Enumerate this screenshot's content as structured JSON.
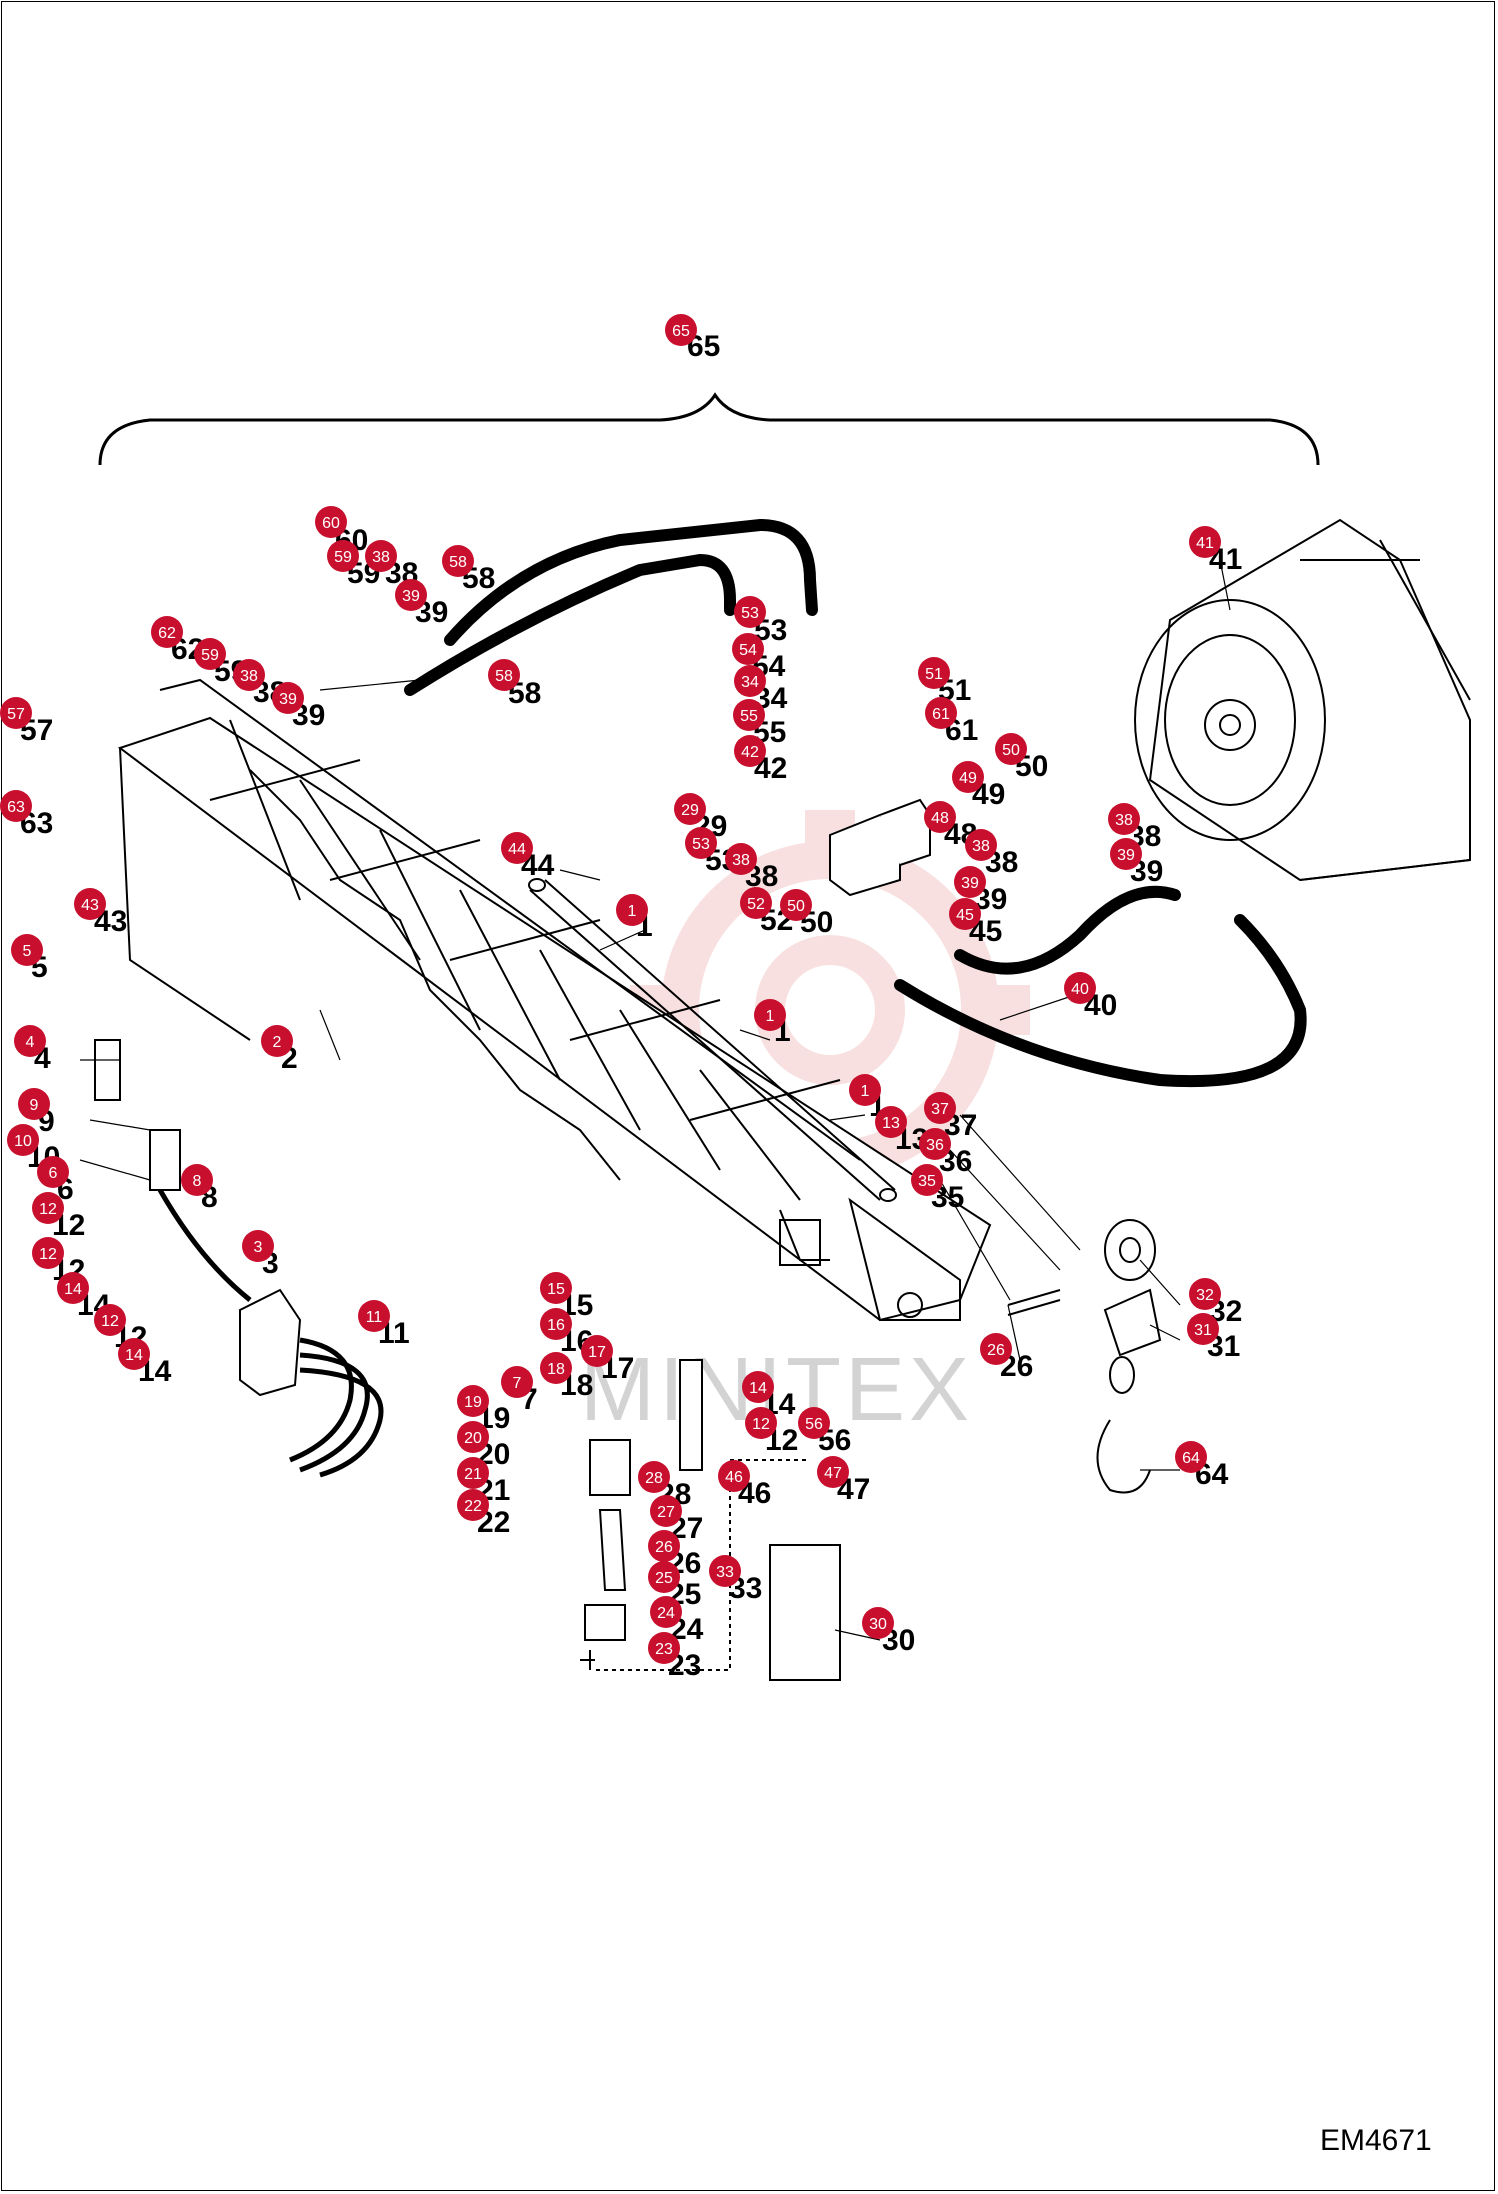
{
  "drawing_id": "EM4671",
  "watermark": "MINITEX",
  "colors": {
    "badge": "#c8102e",
    "line": "#000000",
    "watermark": "#f4c7c7"
  },
  "assembly_label": "65",
  "callouts": [
    {
      "n": "65",
      "badge": [
        681,
        330
      ],
      "label": [
        686,
        346
      ]
    },
    {
      "n": "60",
      "badge": [
        331,
        522
      ],
      "label": [
        334,
        540
      ]
    },
    {
      "n": "59",
      "badge": [
        343,
        556
      ],
      "label": [
        346,
        573
      ]
    },
    {
      "n": "38",
      "badge": [
        381,
        556
      ],
      "label": [
        384,
        573
      ]
    },
    {
      "n": "39",
      "badge": [
        411,
        595
      ],
      "label": [
        414,
        612
      ]
    },
    {
      "n": "58",
      "badge": [
        458,
        561
      ],
      "label": [
        461,
        578
      ]
    },
    {
      "n": "62",
      "badge": [
        167,
        632
      ],
      "label": [
        170,
        649
      ]
    },
    {
      "n": "59",
      "badge": [
        210,
        654
      ],
      "label": [
        213,
        671
      ]
    },
    {
      "n": "38",
      "badge": [
        249,
        675
      ],
      "label": [
        252,
        692
      ]
    },
    {
      "n": "39",
      "badge": [
        288,
        698
      ],
      "label": [
        291,
        715
      ]
    },
    {
      "n": "58",
      "badge": [
        504,
        675
      ],
      "label": [
        507,
        693
      ]
    },
    {
      "n": "57",
      "badge": [
        16,
        713
      ],
      "label": [
        19,
        730
      ]
    },
    {
      "n": "63",
      "badge": [
        16,
        806
      ],
      "label": [
        19,
        823
      ]
    },
    {
      "n": "43",
      "badge": [
        90,
        904
      ],
      "label": [
        93,
        921
      ]
    },
    {
      "n": "44",
      "badge": [
        517,
        848
      ],
      "label": [
        520,
        865
      ]
    },
    {
      "n": "1",
      "badge": [
        632,
        910
      ],
      "label": [
        635,
        926
      ]
    },
    {
      "n": "53",
      "badge": [
        750,
        612
      ],
      "label": [
        753,
        630
      ]
    },
    {
      "n": "54",
      "badge": [
        748,
        649
      ],
      "label": [
        751,
        666
      ]
    },
    {
      "n": "34",
      "badge": [
        750,
        681
      ],
      "label": [
        753,
        698
      ]
    },
    {
      "n": "55",
      "badge": [
        749,
        715
      ],
      "label": [
        752,
        732
      ]
    },
    {
      "n": "42",
      "badge": [
        750,
        751
      ],
      "label": [
        753,
        768
      ]
    },
    {
      "n": "29",
      "badge": [
        690,
        809
      ],
      "label": [
        693,
        826
      ]
    },
    {
      "n": "53",
      "badge": [
        701,
        843
      ],
      "label": [
        704,
        860
      ]
    },
    {
      "n": "38",
      "badge": [
        741,
        859
      ],
      "label": [
        744,
        876
      ]
    },
    {
      "n": "52",
      "badge": [
        756,
        903
      ],
      "label": [
        759,
        920
      ]
    },
    {
      "n": "50",
      "badge": [
        796,
        905
      ],
      "label": [
        799,
        922
      ]
    },
    {
      "n": "51",
      "badge": [
        934,
        673
      ],
      "label": [
        937,
        690
      ]
    },
    {
      "n": "61",
      "badge": [
        941,
        713
      ],
      "label": [
        944,
        730
      ]
    },
    {
      "n": "50",
      "badge": [
        1011,
        749
      ],
      "label": [
        1014,
        766
      ]
    },
    {
      "n": "49",
      "badge": [
        968,
        777
      ],
      "label": [
        971,
        794
      ]
    },
    {
      "n": "48",
      "badge": [
        940,
        817
      ],
      "label": [
        943,
        834
      ]
    },
    {
      "n": "38",
      "badge": [
        981,
        845
      ],
      "label": [
        984,
        862
      ]
    },
    {
      "n": "39",
      "badge": [
        970,
        882
      ],
      "label": [
        973,
        899
      ]
    },
    {
      "n": "45",
      "badge": [
        965,
        914
      ],
      "label": [
        968,
        931
      ]
    },
    {
      "n": "41",
      "badge": [
        1205,
        542
      ],
      "label": [
        1208,
        559
      ]
    },
    {
      "n": "38",
      "badge": [
        1124,
        819
      ],
      "label": [
        1127,
        836
      ]
    },
    {
      "n": "39",
      "badge": [
        1126,
        854
      ],
      "label": [
        1129,
        871
      ]
    },
    {
      "n": "40",
      "badge": [
        1080,
        988
      ],
      "label": [
        1083,
        1005
      ]
    },
    {
      "n": "5",
      "badge": [
        27,
        950
      ],
      "label": [
        30,
        967
      ]
    },
    {
      "n": "2",
      "badge": [
        277,
        1041
      ],
      "label": [
        280,
        1058
      ]
    },
    {
      "n": "1",
      "badge": [
        770,
        1015
      ],
      "label": [
        773,
        1031
      ]
    },
    {
      "n": "1",
      "badge": [
        865,
        1090
      ],
      "label": [
        868,
        1106
      ]
    },
    {
      "n": "4",
      "badge": [
        30,
        1041
      ],
      "label": [
        33,
        1058
      ]
    },
    {
      "n": "9",
      "badge": [
        34,
        1104
      ],
      "label": [
        37,
        1121
      ]
    },
    {
      "n": "10",
      "badge": [
        23,
        1140
      ],
      "label": [
        26,
        1157
      ]
    },
    {
      "n": "6",
      "badge": [
        53,
        1172
      ],
      "label": [
        56,
        1189
      ]
    },
    {
      "n": "12",
      "badge": [
        48,
        1208
      ],
      "label": [
        51,
        1225
      ]
    },
    {
      "n": "8",
      "badge": [
        197,
        1180
      ],
      "label": [
        200,
        1197
      ]
    },
    {
      "n": "12",
      "badge": [
        48,
        1253
      ],
      "label": [
        51,
        1270
      ]
    },
    {
      "n": "14",
      "badge": [
        73,
        1288
      ],
      "label": [
        76,
        1305
      ]
    },
    {
      "n": "12",
      "badge": [
        110,
        1320
      ],
      "label": [
        113,
        1337
      ]
    },
    {
      "n": "14",
      "badge": [
        134,
        1354
      ],
      "label": [
        137,
        1371
      ]
    },
    {
      "n": "3",
      "badge": [
        258,
        1246
      ],
      "label": [
        261,
        1263
      ]
    },
    {
      "n": "11",
      "badge": [
        374,
        1316
      ],
      "label": [
        377,
        1333
      ]
    },
    {
      "n": "13",
      "badge": [
        891,
        1122
      ],
      "label": [
        894,
        1139
      ]
    },
    {
      "n": "37",
      "badge": [
        940,
        1108
      ],
      "label": [
        943,
        1125
      ]
    },
    {
      "n": "36",
      "badge": [
        935,
        1144
      ],
      "label": [
        938,
        1161
      ]
    },
    {
      "n": "35",
      "badge": [
        927,
        1180
      ],
      "label": [
        930,
        1197
      ]
    },
    {
      "n": "26",
      "badge": [
        996,
        1349
      ],
      "label": [
        999,
        1366
      ]
    },
    {
      "n": "32",
      "badge": [
        1205,
        1294
      ],
      "label": [
        1208,
        1311
      ]
    },
    {
      "n": "31",
      "badge": [
        1203,
        1329
      ],
      "label": [
        1206,
        1346
      ]
    },
    {
      "n": "64",
      "badge": [
        1191,
        1457
      ],
      "label": [
        1194,
        1474
      ]
    },
    {
      "n": "15",
      "badge": [
        556,
        1288
      ],
      "label": [
        559,
        1305
      ]
    },
    {
      "n": "16",
      "badge": [
        556,
        1324
      ],
      "label": [
        559,
        1341
      ]
    },
    {
      "n": "17",
      "badge": [
        597,
        1351
      ],
      "label": [
        600,
        1368
      ]
    },
    {
      "n": "18",
      "badge": [
        556,
        1368
      ],
      "label": [
        559,
        1385
      ]
    },
    {
      "n": "7",
      "badge": [
        517,
        1382
      ],
      "label": [
        520,
        1399
      ]
    },
    {
      "n": "19",
      "badge": [
        473,
        1401
      ],
      "label": [
        476,
        1418
      ]
    },
    {
      "n": "20",
      "badge": [
        473,
        1437
      ],
      "label": [
        476,
        1454
      ]
    },
    {
      "n": "21",
      "badge": [
        473,
        1473
      ],
      "label": [
        476,
        1490
      ]
    },
    {
      "n": "22",
      "badge": [
        473,
        1505
      ],
      "label": [
        476,
        1522
      ]
    },
    {
      "n": "14",
      "badge": [
        758,
        1387
      ],
      "label": [
        761,
        1404
      ]
    },
    {
      "n": "12",
      "badge": [
        761,
        1423
      ],
      "label": [
        764,
        1440
      ]
    },
    {
      "n": "56",
      "badge": [
        814,
        1423
      ],
      "label": [
        817,
        1440
      ]
    },
    {
      "n": "46",
      "badge": [
        734,
        1476
      ],
      "label": [
        737,
        1493
      ]
    },
    {
      "n": "47",
      "badge": [
        833,
        1472
      ],
      "label": [
        836,
        1489
      ]
    },
    {
      "n": "28",
      "badge": [
        654,
        1477
      ],
      "label": [
        657,
        1494
      ]
    },
    {
      "n": "27",
      "badge": [
        666,
        1511
      ],
      "label": [
        669,
        1528
      ]
    },
    {
      "n": "26",
      "badge": [
        664,
        1546
      ],
      "label": [
        667,
        1563
      ]
    },
    {
      "n": "25",
      "badge": [
        664,
        1577
      ],
      "label": [
        667,
        1594
      ]
    },
    {
      "n": "24",
      "badge": [
        666,
        1612
      ],
      "label": [
        669,
        1629
      ]
    },
    {
      "n": "23",
      "badge": [
        664,
        1648
      ],
      "label": [
        667,
        1665
      ]
    },
    {
      "n": "33",
      "badge": [
        725,
        1571
      ],
      "label": [
        728,
        1588
      ]
    },
    {
      "n": "30",
      "badge": [
        878,
        1623
      ],
      "label": [
        881,
        1640
      ]
    }
  ]
}
